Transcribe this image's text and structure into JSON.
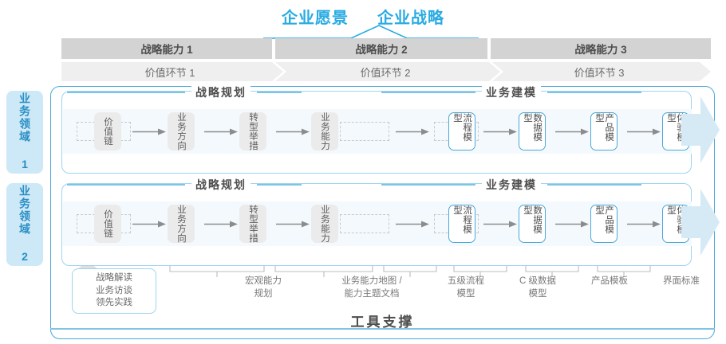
{
  "header": {
    "titles": [
      {
        "label": "企业愿景"
      },
      {
        "label": "企业战略"
      }
    ]
  },
  "capabilities": [
    {
      "label": "战略能力 1"
    },
    {
      "label": "战略能力 2"
    },
    {
      "label": "战略能力 3"
    }
  ],
  "value_chain": [
    {
      "label": "价值环节 1"
    },
    {
      "label": "价值环节 2"
    },
    {
      "label": "价值环节 3"
    }
  ],
  "domains": [
    {
      "label": "业务领域 1"
    },
    {
      "label": "业务领域 2"
    }
  ],
  "sections": {
    "planning": "战略规划",
    "modeling": "业务建模"
  },
  "nodes": {
    "planning": [
      {
        "label": "价值链",
        "style": "gray"
      },
      {
        "label": "业务方向",
        "style": "gray"
      },
      {
        "label": "转型举措",
        "style": "gray"
      },
      {
        "label": "业务能力",
        "style": "gray"
      }
    ],
    "modeling": [
      {
        "label": "流程模型",
        "style": "blue"
      },
      {
        "label": "数据模型",
        "style": "blue"
      },
      {
        "label": "产品模型",
        "style": "blue"
      },
      {
        "label": "体验模型",
        "style": "blue"
      }
    ]
  },
  "tool_support": {
    "title": "工具支撑",
    "items": [
      {
        "label": "战略解读\n业务访谈\n领先实践",
        "boxed": true
      },
      {
        "label": "宏观能力\n规划",
        "boxed": false
      },
      {
        "label": "业务能力地图 /\n能力主题文档",
        "boxed": false
      },
      {
        "label": "五级流程\n模型",
        "boxed": false
      },
      {
        "label": "C 级数据\n模型",
        "boxed": false
      },
      {
        "label": "产品模板",
        "boxed": false
      },
      {
        "label": "界面标准",
        "boxed": false
      }
    ]
  },
  "colors": {
    "accent": "#29abe2",
    "accent_soft": "#9ed4ee",
    "domain_tab_bg": "#cde8f7",
    "capability_bar": "#d3d3d3",
    "value_chain_bar": "#efefef",
    "node_gray": "#ebebeb",
    "band": "#f3f9fd"
  }
}
